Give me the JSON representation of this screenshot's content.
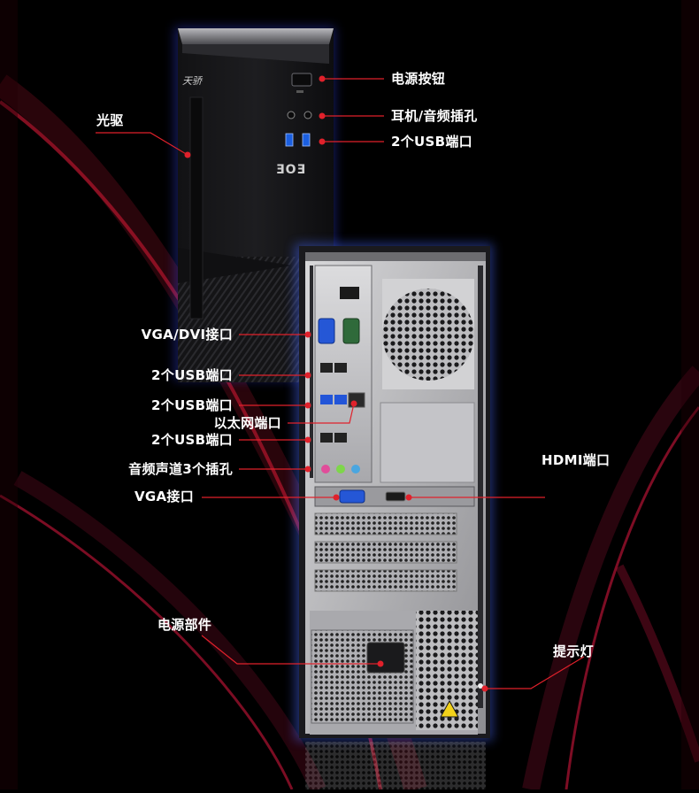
{
  "product": {
    "logo_text": "天骄",
    "panel_marks": "ƎOƎ"
  },
  "callouts": {
    "optical_drive": "光驱",
    "power_button": "电源按钮",
    "audio_jack": "耳机/音频插孔",
    "front_usb": "2个USB端口",
    "vga_dvi": "VGA/DVI接口",
    "rear_usb_1": "2个USB端口",
    "rear_usb_2": "2个USB端口",
    "ethernet": "以太网端口",
    "rear_usb_3": "2个USB端口",
    "audio_3jack": "音频声道3个插孔",
    "hdmi": "HDMI端口",
    "vga": "VGA接口",
    "psu": "电源部件",
    "indicator": "提示灯"
  },
  "colors": {
    "background": "#000000",
    "callout_line": "#e0212b",
    "callout_dot": "#e0212b",
    "label_text": "#ffffff",
    "glow": "#5a7bff",
    "case_metal": "#c8c8c8"
  }
}
